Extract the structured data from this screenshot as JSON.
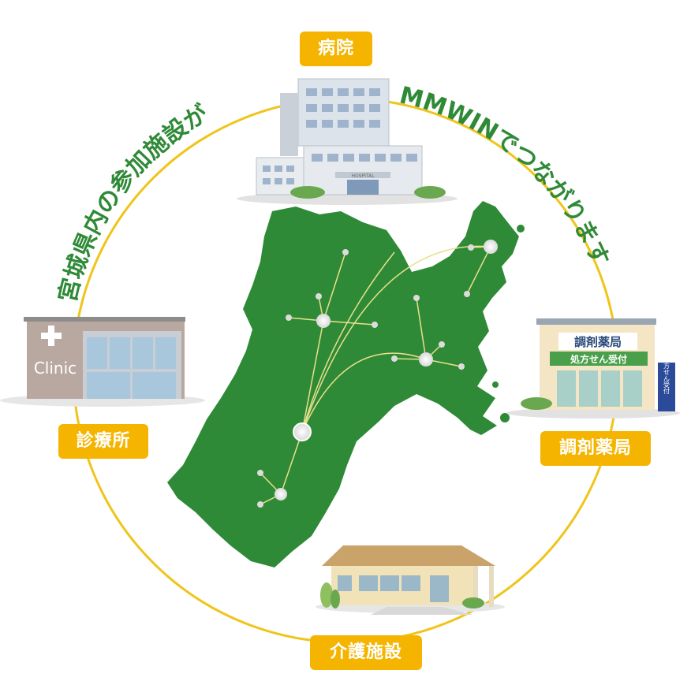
{
  "headline": {
    "left_arc": "宮城県内の参加施設が",
    "right_arc": "MMWINでつながります"
  },
  "facilities": {
    "hospital": {
      "label": "病院",
      "sign": "HOSPITAL"
    },
    "clinic": {
      "label": "診療所",
      "sign": "Clinic"
    },
    "pharmacy": {
      "label": "調剤薬局",
      "roof_sign": "調剤薬局",
      "banner": "処方せん受付",
      "side_sign": "処方せん受付"
    },
    "care": {
      "label": "介護施設"
    }
  },
  "colors": {
    "ring": "#f0c419",
    "label_bg": "#f5b400",
    "map_green": "#2f8a37",
    "headline_green": "#2f8a37"
  }
}
